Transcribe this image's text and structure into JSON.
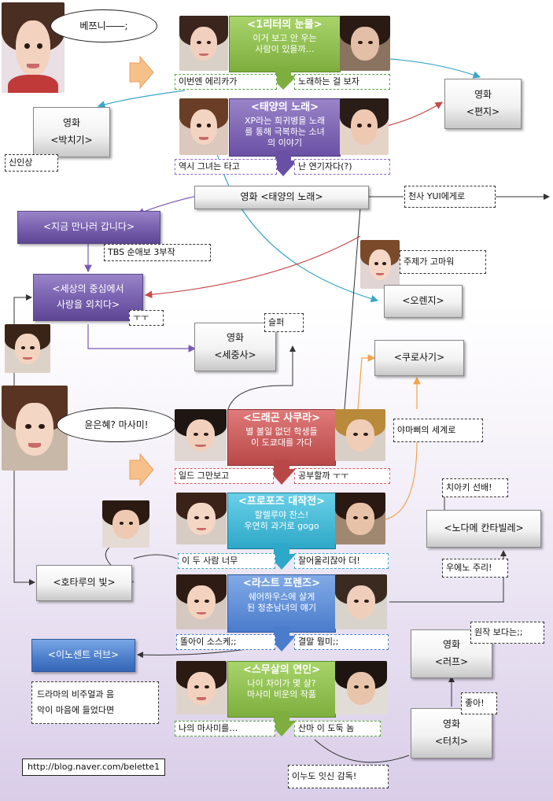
{
  "colors": {
    "green": "#8fbf4a",
    "purple": "#7a62b0",
    "red": "#c85a5a",
    "cyan": "#3ab0cc",
    "blue": "#3f74c4",
    "orange": "#f2a24a",
    "gray_box": "#e6e6e6"
  },
  "bubble1": "베쯔니――;",
  "bubble2": "윤은혜? 마사미!",
  "erika_chain": {
    "tears": {
      "title": "<1리터의 눈물>",
      "line1": "이거 보고 안 우는",
      "line2": "사람이 있을까…"
    },
    "tears_caption_left": "이번엔 에리카가",
    "tears_caption_right": "노래하는 걸 보자",
    "sun": {
      "title": "<태양의 노래>",
      "line1": "XP라는 희귀병을 노래",
      "line2": "를 통해 극복하는 소녀",
      "line3": "의 이야기"
    },
    "sun_caption_left": "역시 그녀는 타고",
    "sun_caption_right": "난 연기자다(?)"
  },
  "movies": {
    "letter": {
      "l1": "영화",
      "l2": "<편지>"
    },
    "pacchigi": {
      "l1": "영화",
      "l2": "<박치기>"
    },
    "sun_movie": "영화 <태양의 노래>",
    "sekachu_movie": {
      "l1": "영화",
      "l2": "<세중사>"
    },
    "love": {
      "l1": "영화",
      "l2": "<러프>"
    },
    "touch": {
      "l1": "영화",
      "l2": "<터치>"
    }
  },
  "notes": {
    "rookie": "신인상",
    "yui": "천사 YUI에게로",
    "theme": "주제가 고마워",
    "tbs": "TBS 순애보 3부작",
    "tt1": "ㅜㅜ",
    "sad": "슬퍼",
    "yamapi": "야마삐의 세계로",
    "chiaki": "치아키 선배!",
    "ueno": "우에노 주리!",
    "drama_l1": "드라마의 비주얼과 음",
    "drama_l2": "악이 마음에 들었다면",
    "original": "원작 보다는;;",
    "good": "좋아!",
    "inudo": "이누도 잇신 감독!"
  },
  "dramas": {
    "go_meet": "<지금 만나러 갑니다>",
    "sekachu": {
      "l1": "<세상의 중심에서",
      "l2": "사랑을 외치다>"
    },
    "orange": "<오렌지>",
    "kurosagi": "<쿠로사기>",
    "hotaru": "<호타루의 빛>",
    "nodame": "<노다메 칸타빌레>",
    "innocent": "<이노센트 러브>"
  },
  "masami_chain": {
    "dragon": {
      "title": "<드래곤 사쿠라>",
      "line1": "별 볼일 없던 학생들",
      "line2": "이 도쿄대를 가다"
    },
    "dragon_caption_left": "일드 그만보고",
    "dragon_caption_right": "공부할까 ㅜㅜ",
    "propose": {
      "title": "<프로포즈 대작전>",
      "line1": "할렐루야 찬스!",
      "line2": "우연히 과거로 gogo"
    },
    "propose_caption_left": "이 두 사람 너무",
    "propose_caption_right": "잘어울리잖아 더!",
    "last": {
      "title": "<라스트 프렌즈>",
      "line1": "쉐어하우스에 살게",
      "line2": "된 청춘남녀의 얘기"
    },
    "last_caption_left": "똘아이 소스케;;",
    "last_caption_right": "결말 뭥미;;",
    "twenty": {
      "title": "<스무살의 연인>",
      "line1": "나이 차이가 몇 살?",
      "line2": "마사미 비운의 작품"
    },
    "twenty_caption_left": "나의 마사미를…",
    "twenty_caption_right": "산마 이 도둑 놈"
  },
  "url": "http://blog.naver.com/belette1"
}
